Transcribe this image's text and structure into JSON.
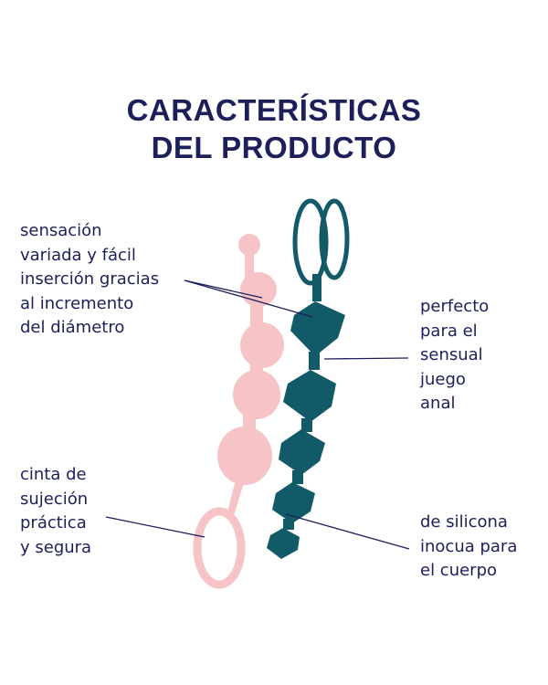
{
  "title": {
    "lines": [
      "CARACTERÍSTICAS",
      "DEL PRODUCTO"
    ]
  },
  "annotations": {
    "top_left": [
      "sensación",
      "variada y fácil",
      "inserción gracias",
      "al incremento",
      "del diámetro"
    ],
    "right_top": [
      "perfecto",
      "para el",
      "sensual",
      "juego",
      "anal"
    ],
    "bottom_left": [
      "cinta de",
      "sujeción",
      "práctica",
      "y segura"
    ],
    "bottom_right": [
      "de silicona",
      "inocua para",
      "el cuerpo"
    ]
  },
  "colors": {
    "text": "#1c1f5a",
    "pink": "#f6c3c6",
    "teal": "#125a68"
  }
}
